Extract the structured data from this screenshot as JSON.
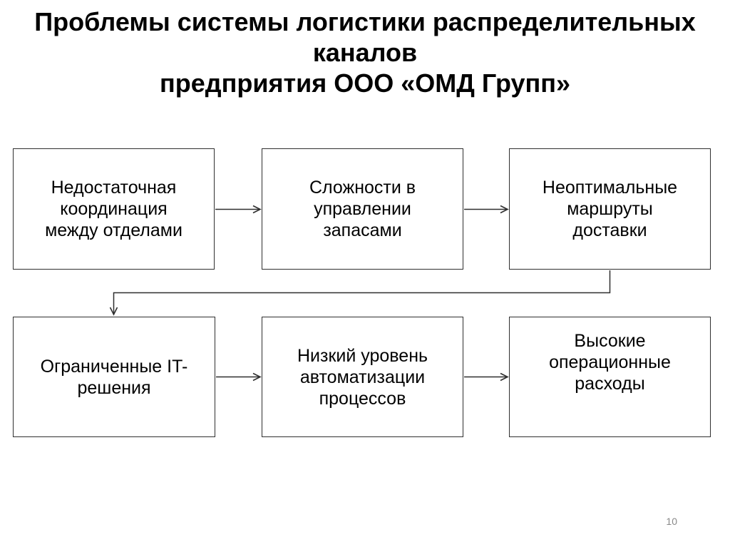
{
  "slide": {
    "title": "Проблемы системы логистики распределительных каналов\nпредприятия ООО «ОМД Групп»",
    "page_number": "10"
  },
  "diagram": {
    "type": "flowchart",
    "boxes": [
      {
        "id": "insufficient-coordination",
        "label": "Недостаточная\nкоординация\nмежду отделами"
      },
      {
        "id": "inventory-management-difficulties",
        "label": "Сложности в\nуправлении\nзапасами"
      },
      {
        "id": "suboptimal-delivery-routes",
        "label": "Неоптимальные\nмаршруты\nдоставки"
      },
      {
        "id": "limited-it-solutions",
        "label": "Ограниченные IT-\nрешения"
      },
      {
        "id": "low-process-automation",
        "label": "Низкий уровень\nавтоматизации\nпроцессов"
      },
      {
        "id": "high-operating-costs",
        "label": "Высокие\nоперационные\nрасходы"
      }
    ],
    "connections": [
      {
        "from": "insufficient-coordination",
        "to": "inventory-management-difficulties",
        "style": "straight-right"
      },
      {
        "from": "inventory-management-difficulties",
        "to": "suboptimal-delivery-routes",
        "style": "straight-right"
      },
      {
        "from": "suboptimal-delivery-routes",
        "to": "limited-it-solutions",
        "style": "elbow-down-left-down"
      },
      {
        "from": "limited-it-solutions",
        "to": "low-process-automation",
        "style": "straight-right"
      },
      {
        "from": "low-process-automation",
        "to": "high-operating-costs",
        "style": "straight-right"
      }
    ]
  },
  "colors": {
    "background": "#ffffff",
    "box_border": "#2f2f2f",
    "box_fill": "#ffffff",
    "connector": "#2f2f2f",
    "title_text": "#000000",
    "box_text": "#000000",
    "page_number_text": "#898989"
  }
}
